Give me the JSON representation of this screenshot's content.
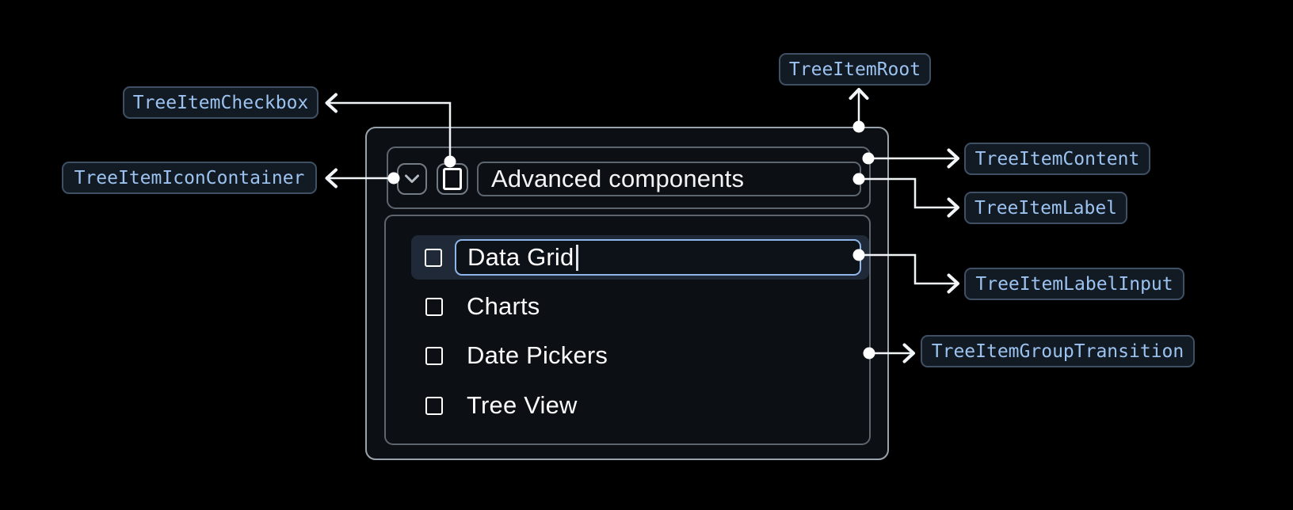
{
  "annotations": {
    "root": "TreeItemRoot",
    "content": "TreeItemContent",
    "icon_container": "TreeItemIconContainer",
    "checkbox": "TreeItemCheckbox",
    "label": "TreeItemLabel",
    "label_input": "TreeItemLabelInput",
    "group_transition": "TreeItemGroupTransition"
  },
  "tree_item": {
    "parent": {
      "label": "Advanced components",
      "expanded": true,
      "checked": false
    },
    "children": [
      {
        "label": "Data Grid",
        "state": "editing",
        "checked": false
      },
      {
        "label": "Charts",
        "checked": false
      },
      {
        "label": "Date Pickers",
        "checked": false
      },
      {
        "label": "Tree View",
        "checked": false
      }
    ]
  },
  "icons": {
    "expand": "chevron-down-icon",
    "checkbox": "checkbox-unchecked-icon"
  },
  "colors": {
    "page_bg": "#000000",
    "component_bg": "#0c0f14",
    "root_border": "#9aa3ab",
    "inner_border": "#5d656e",
    "chip_bg": "#121a24",
    "chip_border": "#3f5064",
    "chip_text": "#9cc3f0",
    "connector": "#f2f5f8",
    "input_focus_border": "#8fb6ea",
    "editing_row_bg": "#202937",
    "text": "#f2f4f6"
  }
}
